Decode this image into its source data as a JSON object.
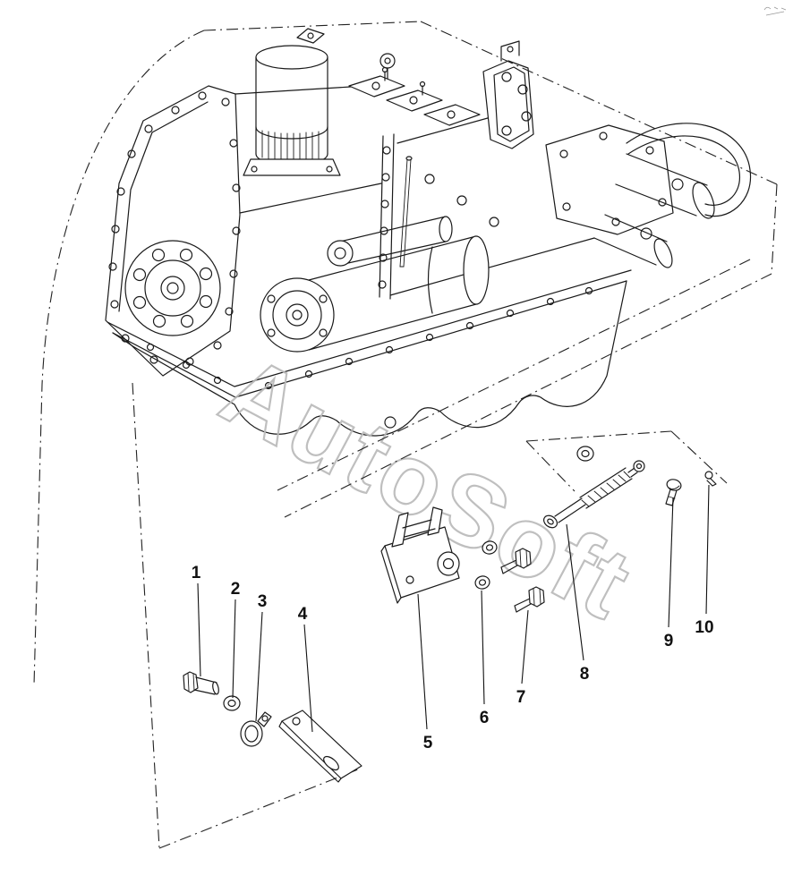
{
  "watermark": {
    "text": "AutoSoft"
  },
  "callouts": [
    {
      "label": "1"
    },
    {
      "label": "2"
    },
    {
      "label": "3"
    },
    {
      "label": "4"
    },
    {
      "label": "5"
    },
    {
      "label": "6"
    },
    {
      "label": "7"
    },
    {
      "label": "8"
    },
    {
      "label": "9"
    },
    {
      "label": "10"
    }
  ]
}
